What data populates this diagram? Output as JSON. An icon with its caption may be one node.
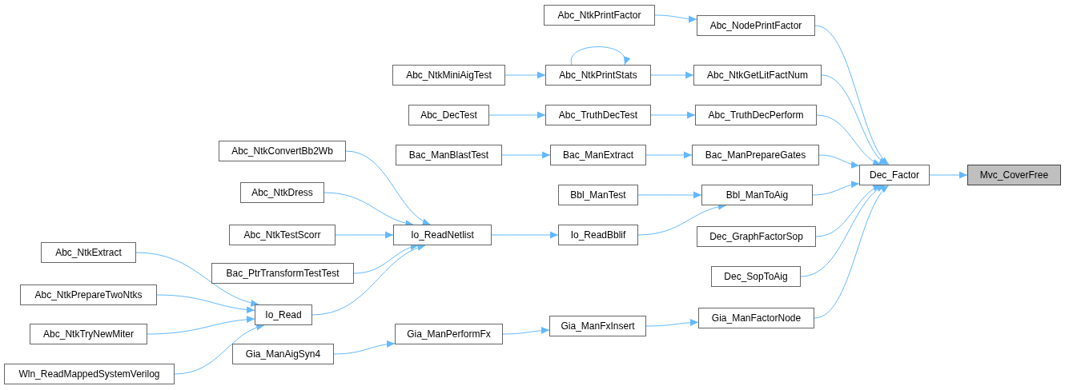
{
  "diagram": {
    "nodes": [
      {
        "text": [
          "Mvc_CoverFree"
        ]
      },
      {
        "text": [
          "Dec_Factor"
        ]
      },
      {
        "text": [
          "Abc_NodePrintFactor"
        ]
      },
      {
        "text": [
          "Abc_NtkPrintFactor"
        ]
      },
      {
        "text": [
          "Abc_NtkGetLitFactNum"
        ]
      },
      {
        "text": [
          "Abc_NtkPrintStats"
        ]
      },
      {
        "text": [
          "Abc_NtkMiniAigTest"
        ]
      },
      {
        "text": [
          "Abc_TruthDecPerform"
        ]
      },
      {
        "text": [
          "Abc_TruthDecTest"
        ]
      },
      {
        "text": [
          "Abc_DecTest"
        ]
      },
      {
        "text": [
          "Bac_ManPrepareGates"
        ]
      },
      {
        "text": [
          "Bac_ManExtract"
        ]
      },
      {
        "text": [
          "Bac_ManBlastTest"
        ]
      },
      {
        "text": [
          "Bbl_ManToAig"
        ]
      },
      {
        "text": [
          "Bbl_ManTest"
        ]
      },
      {
        "text": [
          "Io_ReadBblif"
        ]
      },
      {
        "text": [
          "Io_ReadNetlist"
        ]
      },
      {
        "text": [
          "Abc_NtkConvertBb2Wb"
        ]
      },
      {
        "text": [
          "Abc_NtkDress"
        ]
      },
      {
        "text": [
          "Abc_NtkTestScorr"
        ]
      },
      {
        "text": [
          "Bac_PtrTransformTestTest"
        ]
      },
      {
        "text": [
          "Io_Read"
        ]
      },
      {
        "text": [
          "Abc_NtkExtract"
        ]
      },
      {
        "text": [
          "Abc_NtkPrepareTwoNtks"
        ]
      },
      {
        "text": [
          "Abc_NtkTryNewMiter"
        ]
      },
      {
        "text": [
          "Wln_ReadMappedSystemVerilog"
        ]
      },
      {
        "text": [
          "Dec_GraphFactorSop"
        ]
      },
      {
        "text": [
          "Dec_SopToAig"
        ]
      },
      {
        "text": [
          "Gia_ManFactorNode"
        ]
      },
      {
        "text": [
          "Gia_ManFxInsert"
        ]
      },
      {
        "text": [
          "Gia_ManPerformFx"
        ]
      },
      {
        "text": [
          "Gia_ManAigSyn4"
        ]
      }
    ],
    "edges": [
      {
        "from": 1,
        "to": 0,
        "arrow": "to"
      },
      {
        "from": 2,
        "to": 1,
        "arrow": "to"
      },
      {
        "from": 4,
        "to": 1,
        "arrow": "to"
      },
      {
        "from": 7,
        "to": 1,
        "arrow": "to"
      },
      {
        "from": 10,
        "to": 1,
        "arrow": "to"
      },
      {
        "from": 13,
        "to": 1,
        "arrow": "to"
      },
      {
        "from": 26,
        "to": 1,
        "arrow": "to"
      },
      {
        "from": 27,
        "to": 1,
        "arrow": "to"
      },
      {
        "from": 28,
        "to": 1,
        "arrow": "to"
      },
      {
        "from": 3,
        "to": 2,
        "arrow": "to"
      },
      {
        "from": 5,
        "to": 4,
        "arrow": "to"
      },
      {
        "from": 5,
        "to": 5,
        "arrow": "to"
      },
      {
        "from": 6,
        "to": 5,
        "arrow": "to"
      },
      {
        "from": 8,
        "to": 7,
        "arrow": "to"
      },
      {
        "from": 9,
        "to": 8,
        "arrow": "to"
      },
      {
        "from": 11,
        "to": 10,
        "arrow": "to"
      },
      {
        "from": 12,
        "to": 11,
        "arrow": "to"
      },
      {
        "from": 14,
        "to": 13,
        "arrow": "to"
      },
      {
        "from": 15,
        "to": 13,
        "arrow": "to"
      },
      {
        "from": 16,
        "to": 15,
        "arrow": "to"
      },
      {
        "from": 17,
        "to": 16,
        "arrow": "to"
      },
      {
        "from": 18,
        "to": 16,
        "arrow": "to"
      },
      {
        "from": 19,
        "to": 16,
        "arrow": "to"
      },
      {
        "from": 20,
        "to": 16,
        "arrow": "to"
      },
      {
        "from": 21,
        "to": 16,
        "arrow": "to"
      },
      {
        "from": 22,
        "to": 21,
        "arrow": "to"
      },
      {
        "from": 23,
        "to": 21,
        "arrow": "to"
      },
      {
        "from": 24,
        "to": 21,
        "arrow": "to"
      },
      {
        "from": 25,
        "to": 21,
        "arrow": "to"
      },
      {
        "from": 29,
        "to": 28,
        "arrow": "to"
      },
      {
        "from": 30,
        "to": 29,
        "arrow": "to"
      },
      {
        "from": 31,
        "to": 30,
        "arrow": "to"
      }
    ]
  }
}
